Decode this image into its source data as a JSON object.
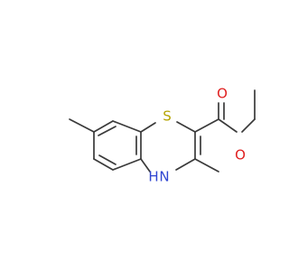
{
  "molecule": {
    "atoms": {
      "sulfur": {
        "label": "S"
      },
      "ring_nitrogen": {
        "label": "N"
      },
      "ring_nitrogen_h": {
        "label": "H"
      },
      "carbonyl_oxygen": {
        "label": "O"
      },
      "ester_oxygen": {
        "label": "O"
      }
    },
    "colors": {
      "bond": "#3a3a3a",
      "sulfur": "#b5a400",
      "nitrogen": "#2f45d1",
      "oxygen": "#e02020"
    }
  }
}
